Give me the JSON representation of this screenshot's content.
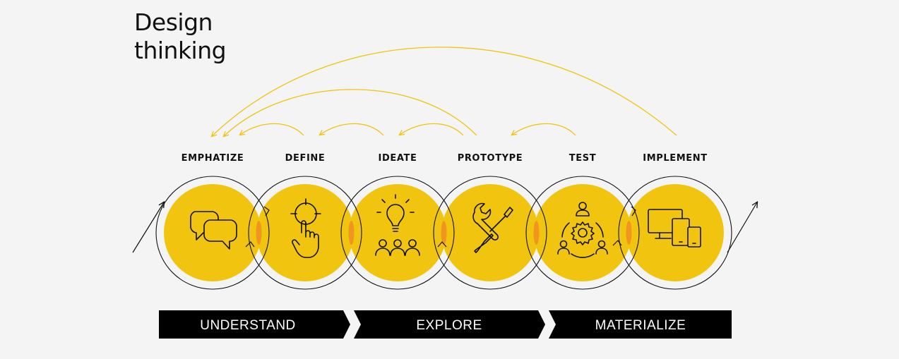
{
  "title_line1": "Design",
  "title_line2": "thinking",
  "colors": {
    "accent": "#f1c40f",
    "overlap": "#f0961e",
    "feedback_arrow": "#f1c40f",
    "ink": "#111111",
    "background": "#f4f4f4",
    "bar": "#000000"
  },
  "stages": [
    {
      "label": "EMPHATIZE",
      "icon": "speech-bubbles-icon"
    },
    {
      "label": "DEFINE",
      "icon": "target-pointer-icon"
    },
    {
      "label": "IDEATE",
      "icon": "lightbulb-team-icon"
    },
    {
      "label": "PROTOTYPE",
      "icon": "tools-icon"
    },
    {
      "label": "TEST",
      "icon": "user-network-gear-icon"
    },
    {
      "label": "IMPLEMENT",
      "icon": "devices-icon"
    }
  ],
  "phases": [
    {
      "label": "UNDERSTAND"
    },
    {
      "label": "EXPLORE"
    },
    {
      "label": "MATERIALIZE"
    }
  ]
}
